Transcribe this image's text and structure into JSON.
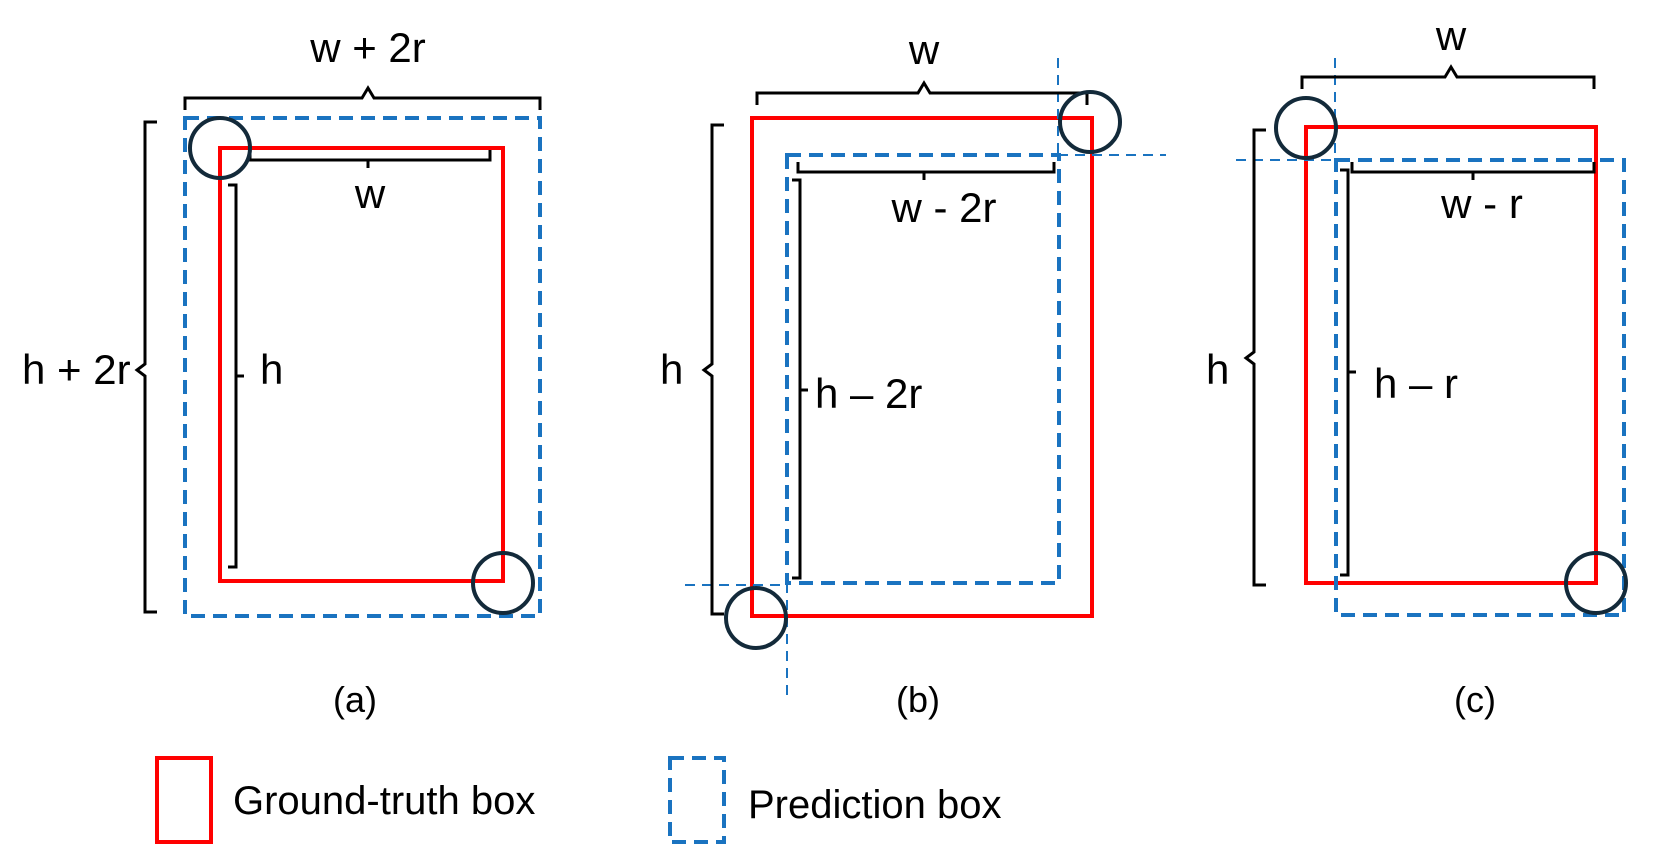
{
  "panels": {
    "a": {
      "caption": "(a)",
      "top_label": "w + 2r",
      "inner_w_label": "w",
      "left_label": "h + 2r",
      "inner_h_label": "h"
    },
    "b": {
      "caption": "(b)",
      "top_label": "w",
      "inner_w_label": "w - 2r",
      "left_label": "h",
      "inner_h_label": "h – 2r"
    },
    "c": {
      "caption": "(c)",
      "top_label": "w",
      "inner_w_label": "w - r",
      "left_label": "h",
      "inner_h_label": "h – r"
    }
  },
  "legend": {
    "ground_truth": "Ground-truth box",
    "prediction": "Prediction box"
  },
  "colors": {
    "ground_truth": "#ff0000",
    "prediction": "#1a73c0",
    "corner_circle": "#132a3a"
  }
}
